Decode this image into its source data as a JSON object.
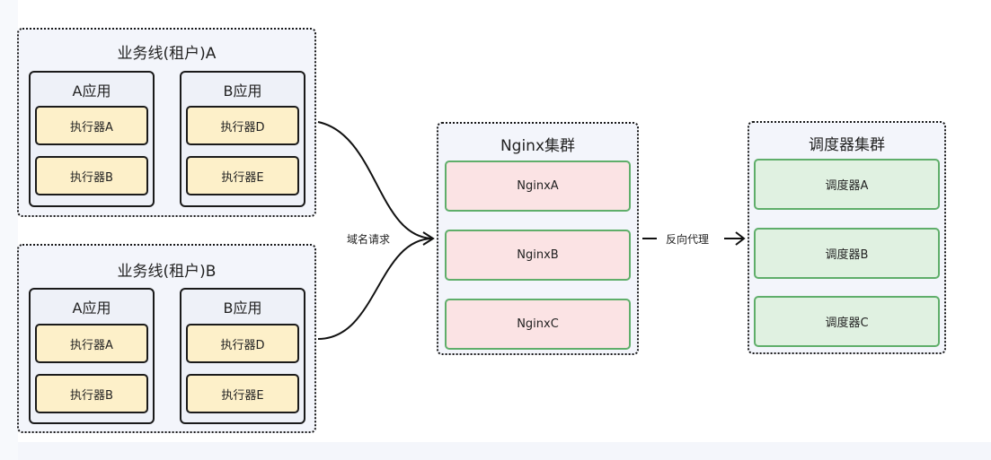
{
  "tenants": [
    {
      "title": "业务线(租户)A",
      "apps": [
        {
          "title": "A应用",
          "executors": [
            "执行器A",
            "执行器B"
          ]
        },
        {
          "title": "B应用",
          "executors": [
            "执行器D",
            "执行器E"
          ]
        }
      ]
    },
    {
      "title": "业务线(租户)B",
      "apps": [
        {
          "title": "A应用",
          "executors": [
            "执行器A",
            "执行器B"
          ]
        },
        {
          "title": "B应用",
          "executors": [
            "执行器D",
            "执行器E"
          ]
        }
      ]
    }
  ],
  "nginx_cluster": {
    "title": "Nginx集群",
    "nodes": [
      "NginxA",
      "NginxB",
      "NginxC"
    ]
  },
  "scheduler_cluster": {
    "title": "调度器集群",
    "nodes": [
      "调度器A",
      "调度器B",
      "调度器C"
    ]
  },
  "edges": {
    "domain_request": "域名请求",
    "reverse_proxy": "反向代理"
  },
  "colors": {
    "executor_fill": "#fdf0c9",
    "nginx_fill": "#fbe3e4",
    "scheduler_fill": "#e0f1e1",
    "green_border": "#5fae6a"
  }
}
